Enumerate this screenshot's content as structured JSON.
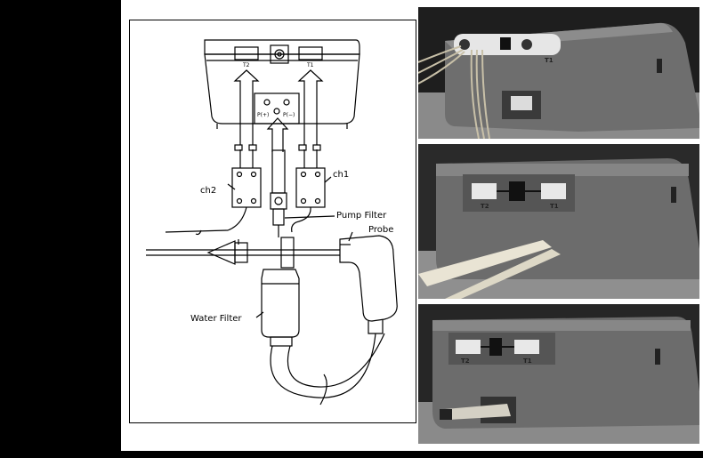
{
  "diagram": {
    "labels": {
      "t2": "T2",
      "t1": "T1",
      "p_plus": "P(+)",
      "p_minus": "P(−)",
      "ch2": "ch2",
      "ch1": "ch1",
      "pump_filter": "Pump Filter",
      "probe": "Probe",
      "water_filter": "Water Filter"
    }
  },
  "photos": [
    {
      "name": "top-photo",
      "t1": "T1"
    },
    {
      "name": "middle-photo",
      "t2": "T2",
      "t1": "T1"
    },
    {
      "name": "bottom-photo",
      "t2": "T2",
      "t1": "T1"
    }
  ],
  "colors": {
    "frame": "#000000",
    "page": "#ffffff",
    "device": "#6e6e6e"
  }
}
